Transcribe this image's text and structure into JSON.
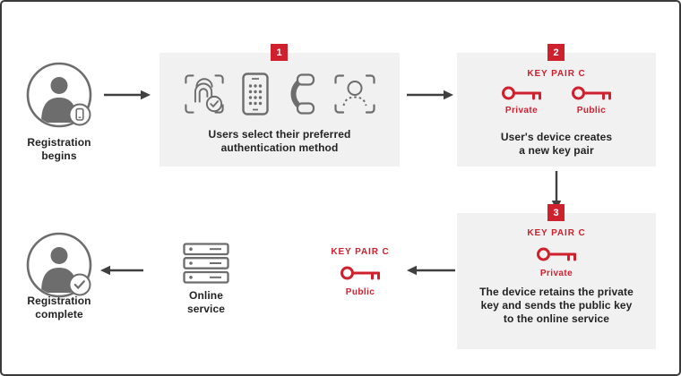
{
  "colors": {
    "accent_red": "#cf202e",
    "icon_gray": "#6d6d6d",
    "box_bg": "#f1f1f2",
    "text_dark": "#232323",
    "arrow": "#3f3f3f",
    "border": "#3a3a3a"
  },
  "start": {
    "icon": "person-avatar-icon",
    "badge_icon": "smartphone-badge-icon",
    "label_lines": [
      "Registration",
      "begins"
    ]
  },
  "step1": {
    "badge": "1",
    "icons": [
      "fingerprint-icon",
      "keypad-phone-icon",
      "handset-icon",
      "face-scan-icon"
    ],
    "caption_lines": [
      "Users select their preferred",
      "authentication method"
    ]
  },
  "step2": {
    "badge": "2",
    "keypair_title": "KEY PAIR C",
    "private_label": "Private",
    "public_label": "Public",
    "caption_lines": [
      "User's device creates",
      "a new key pair"
    ]
  },
  "step3": {
    "badge": "3",
    "keypair_title": "KEY PAIR C",
    "private_label": "Private",
    "caption_lines": [
      "The device retains the private",
      "key and sends the public key",
      "to the online service"
    ]
  },
  "public_key": {
    "title": "KEY PAIR C",
    "icon": "key-icon",
    "label": "Public"
  },
  "service": {
    "icon": "server-stack-icon",
    "label_lines": [
      "Online",
      "service"
    ]
  },
  "complete": {
    "icon": "person-avatar-icon",
    "badge_icon": "check-badge-icon",
    "label_lines": [
      "Registration",
      "complete"
    ]
  }
}
